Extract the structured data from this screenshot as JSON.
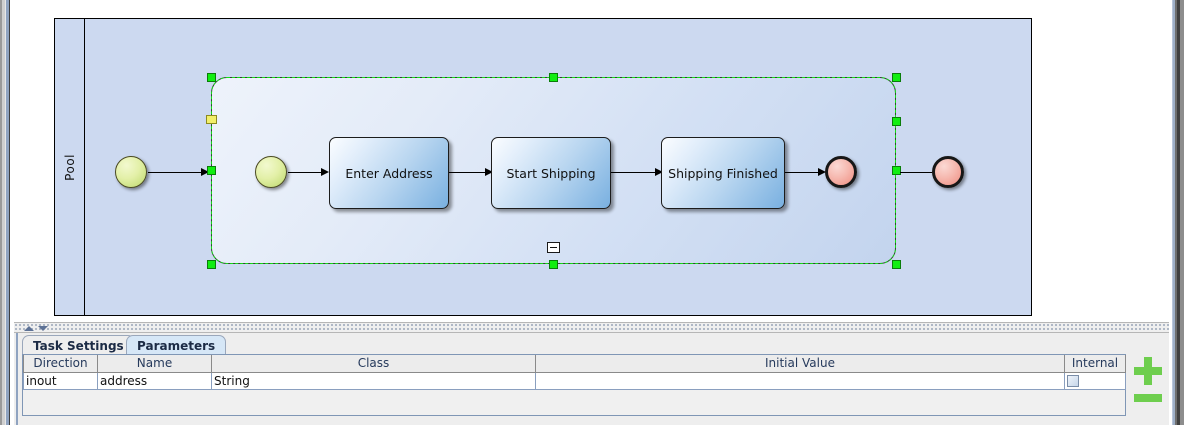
{
  "window": {
    "canvas_background": "#ffffff",
    "pool_color": "#ccd9f0"
  },
  "diagram": {
    "pool_label": "Pool",
    "start_event_outer": {
      "name": "start-event",
      "shape": "circle",
      "fill": "#dff0a0"
    },
    "subprocess": {
      "selected": true,
      "selection_color": "#11ee11",
      "collapse_marker": "-",
      "start_event_inner": {
        "name": "start-event",
        "shape": "circle",
        "fill": "#dff0a0"
      },
      "tasks": [
        {
          "label": "Enter Address"
        },
        {
          "label": "Start Shipping"
        },
        {
          "label": "Shipping Finished"
        }
      ],
      "end_event_inner": {
        "name": "end-event",
        "shape": "circle",
        "fill": "#f2a093"
      }
    },
    "end_event_outer": {
      "name": "end-event",
      "shape": "circle",
      "fill": "#f2a093"
    }
  },
  "divider": {
    "up_icon": "collapse-up-icon",
    "down_icon": "collapse-down-icon"
  },
  "panel": {
    "tabs": [
      {
        "label": "Task Settings",
        "active": false
      },
      {
        "label": "Parameters",
        "active": true
      }
    ],
    "table": {
      "columns": [
        "Direction",
        "Name",
        "Class",
        "Initial Value",
        "Internal"
      ],
      "rows": [
        {
          "direction": "inout",
          "name": "address",
          "class": "String",
          "initial_value": "",
          "internal": false
        }
      ]
    },
    "add_button": {
      "icon": "plus-icon",
      "color": "#6ece4e"
    },
    "remove_button": {
      "icon": "minus-icon",
      "color": "#6ece4e"
    }
  }
}
